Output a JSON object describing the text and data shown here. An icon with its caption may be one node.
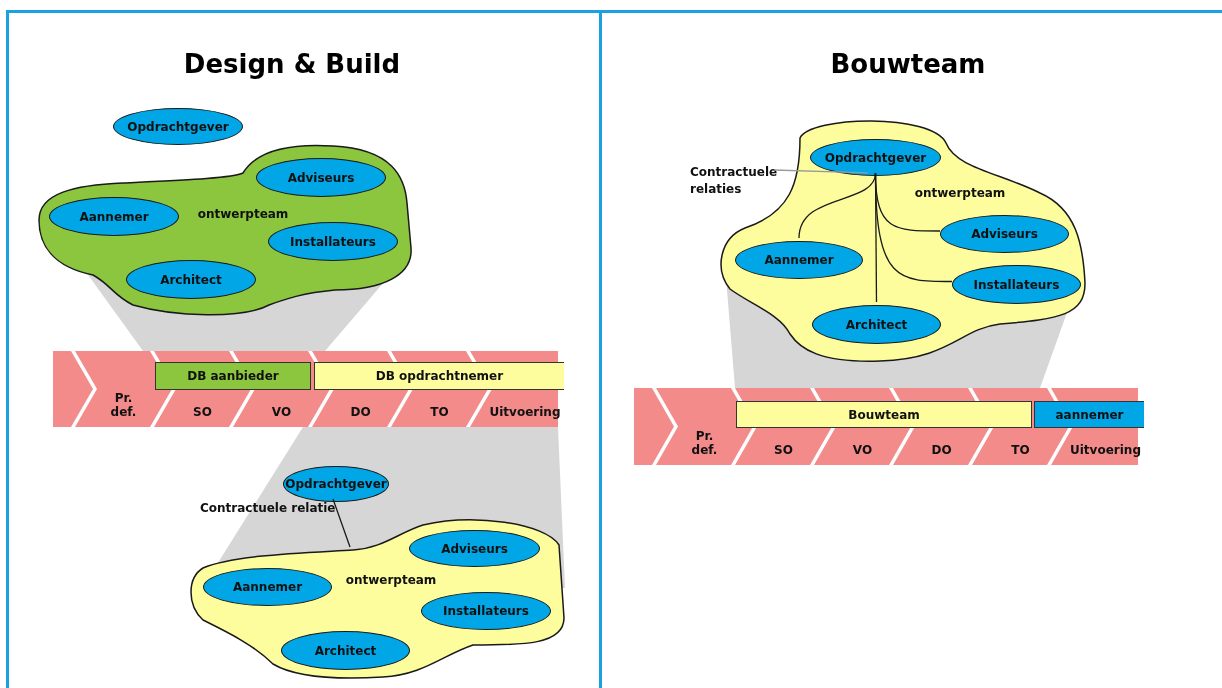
{
  "diagram": {
    "nodes": [
      {
        "text": [
          "Design & Build"
        ]
      },
      {
        "text": [
          "Opdrachtgever"
        ],
        "in": 0
      },
      {
        "text": [
          "ontwerpteam"
        ],
        "in": 0
      },
      {
        "text": [
          "Adviseurs"
        ],
        "in": 2
      },
      {
        "text": [
          "Aannemer"
        ],
        "in": 2
      },
      {
        "text": [
          "Installateurs"
        ],
        "in": 2
      },
      {
        "text": [
          "Architect"
        ],
        "in": 2
      },
      {
        "text": [],
        "shape": "chevron",
        "in": 0
      },
      {
        "text": [
          "Pr. def."
        ],
        "in": 0
      },
      {
        "text": [
          "SO"
        ],
        "in": 0
      },
      {
        "text": [
          "VO"
        ],
        "in": 0
      },
      {
        "text": [
          "DO"
        ],
        "in": 0
      },
      {
        "text": [
          "TO"
        ],
        "in": 0
      },
      {
        "text": [
          "Uitvoering"
        ],
        "in": 0
      },
      {
        "text": [
          "DB aanbieder"
        ],
        "in": 0
      },
      {
        "text": [
          "DB opdrachtnemer"
        ],
        "in": 0
      },
      {
        "text": [
          "Opdrachtgever"
        ],
        "in": 0
      },
      {
        "text": [
          "ontwerpteam"
        ],
        "in": 0
      },
      {
        "text": [
          "Adviseurs"
        ],
        "in": 17
      },
      {
        "text": [
          "Aannemer"
        ],
        "in": 17
      },
      {
        "text": [
          "Installateurs"
        ],
        "in": 17
      },
      {
        "text": [
          "Architect"
        ],
        "in": 17
      },
      {
        "text": [
          "Bouwteam"
        ]
      },
      {
        "text": [
          "ontwerpteam"
        ],
        "in": 22
      },
      {
        "text": [
          "Opdrachtgever"
        ],
        "in": 23
      },
      {
        "text": [
          "Adviseurs"
        ],
        "in": 23
      },
      {
        "text": [
          "Aannemer"
        ],
        "in": 23
      },
      {
        "text": [
          "Installateurs"
        ],
        "in": 23
      },
      {
        "text": [
          "Architect"
        ],
        "in": 23
      },
      {
        "text": [
          "Contractuele relaties"
        ],
        "in": 22
      },
      {
        "text": [],
        "shape": "chevron",
        "in": 22
      },
      {
        "text": [
          "Pr. def."
        ],
        "in": 22
      },
      {
        "text": [
          "SO"
        ],
        "in": 22
      },
      {
        "text": [
          "VO"
        ],
        "in": 22
      },
      {
        "text": [
          "DO"
        ],
        "in": 22
      },
      {
        "text": [
          "TO"
        ],
        "in": 22
      },
      {
        "text": [
          "Uitvoering"
        ],
        "in": 22
      },
      {
        "text": [
          "Bouwteam"
        ],
        "in": 22
      },
      {
        "text": [
          "aannemer"
        ],
        "in": 22
      }
    ],
    "edges": [
      {
        "from": 16,
        "to": 17,
        "arrow": "none",
        "label": "Contractuele relatie"
      },
      {
        "from": 24,
        "to": 26,
        "arrow": "none"
      },
      {
        "from": 24,
        "to": 28,
        "arrow": "none"
      },
      {
        "from": 24,
        "to": 25,
        "arrow": "none"
      },
      {
        "from": 24,
        "to": 27,
        "arrow": "none"
      },
      {
        "from": 29,
        "to": 24,
        "arrow": "none",
        "color": "#9a9a9a"
      }
    ]
  }
}
